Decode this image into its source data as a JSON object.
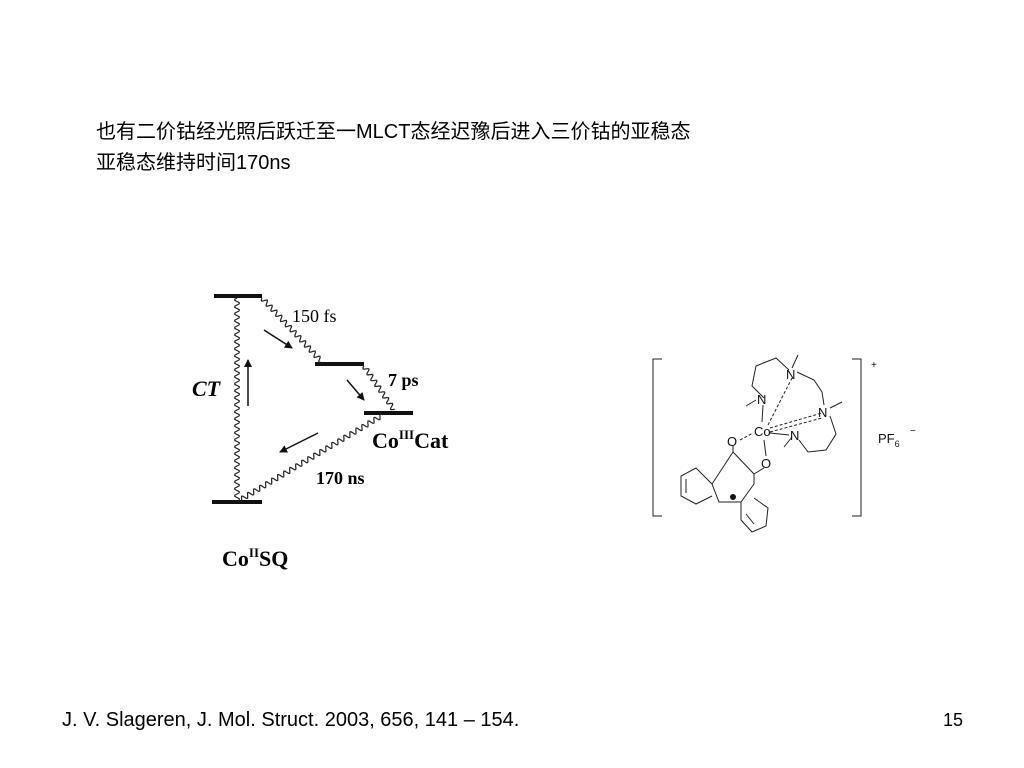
{
  "slide": {
    "text_line1": "也有二价钴经光照后跃迁至一MLCT态经迟豫后进入三价钴的亚稳态",
    "text_line2": "亚稳态维持时间170ns",
    "citation": "J. V. Slageren, J. Mol. Struct. 2003, 656, 141 – 154.",
    "page_number": "15"
  },
  "energy_diagram": {
    "label_150fs": "150 fs",
    "label_7ps": "7 ps",
    "label_170ns": "170 ns",
    "label_ct": "CT",
    "coiii_base": "Co",
    "coiii_sup": "III",
    "coiii_rest": "Cat",
    "coii_base": "Co",
    "coii_sup": "II",
    "coii_rest": "SQ"
  },
  "structure": {
    "atom_N": "N",
    "atom_O": "O",
    "atom_Co": "Co",
    "charge_plus": "+",
    "anion_base": "PF",
    "anion_sub": "6",
    "anion_charge": "−"
  }
}
